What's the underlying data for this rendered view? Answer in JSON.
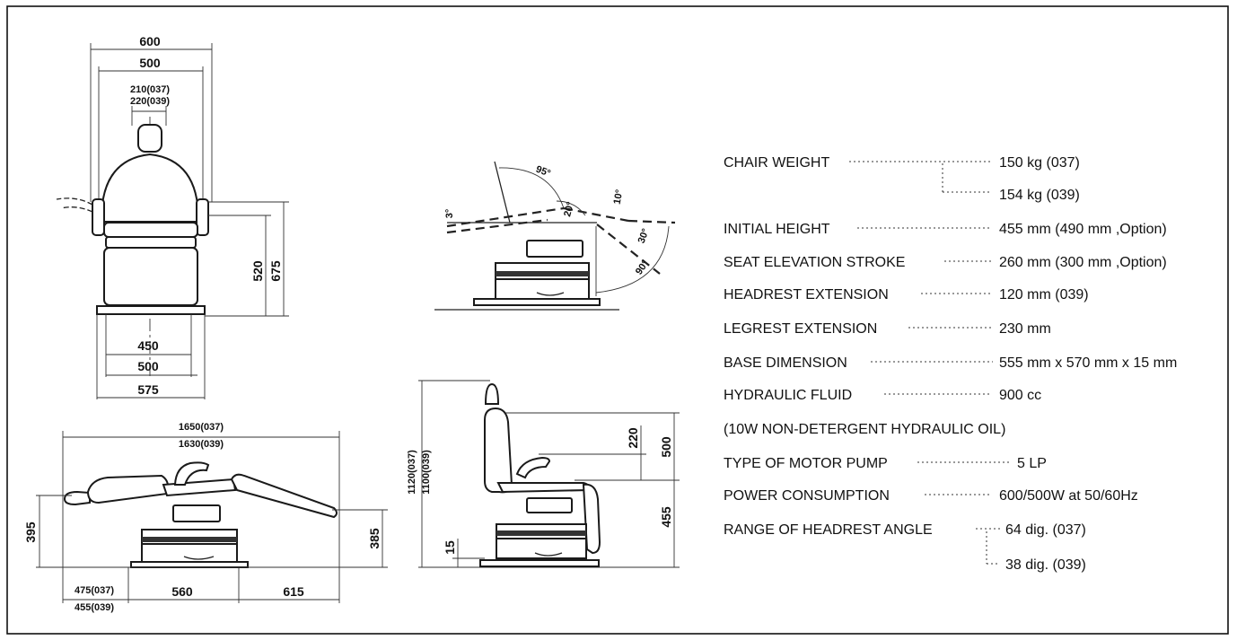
{
  "front_view": {
    "dims": {
      "w600": "600",
      "w500_top": "500",
      "head_037": "210(037)",
      "head_039": "220(039)",
      "h520": "520",
      "h675": "675",
      "b450": "450",
      "b500": "500",
      "b575": "575"
    }
  },
  "side_view": {
    "dims": {
      "l1650": "1650(037)",
      "l1630": "1630(039)",
      "h395": "395",
      "h385": "385",
      "s475": "475(037)",
      "s455": "455(039)",
      "s560": "560",
      "s615": "615"
    }
  },
  "angles_view": {
    "labels": {
      "a3": "3°",
      "a95": "95°",
      "a20": "20°",
      "a10": "10°",
      "a30": "30°",
      "a90": "90°"
    }
  },
  "upright_view": {
    "dims": {
      "h1120": "1120(037)",
      "h1100": "1100(039)",
      "h15": "15",
      "h220": "220",
      "h500": "500",
      "h455": "455"
    }
  },
  "specs": [
    {
      "label": "CHAIR WEIGHT",
      "value": "150 kg (037)"
    },
    {
      "label": "",
      "value": "154 kg (039)"
    },
    {
      "label": "INITIAL HEIGHT",
      "value": "455 mm (490 mm ,Option)"
    },
    {
      "label": "SEAT ELEVATION STROKE",
      "value": "260 mm (300 mm ,Option)"
    },
    {
      "label": "HEADREST EXTENSION",
      "value": "120 mm (039)"
    },
    {
      "label": "LEGREST EXTENSION",
      "value": "230 mm"
    },
    {
      "label": "BASE DIMENSION",
      "value": "555 mm x 570 mm x 15 mm"
    },
    {
      "label": "HYDRAULIC FLUID",
      "value": "900 cc"
    },
    {
      "label": "(10W NON-DETERGENT HYDRAULIC OIL)",
      "value": ""
    },
    {
      "label": "TYPE OF MOTOR PUMP",
      "value": "5 LP"
    },
    {
      "label": "POWER CONSUMPTION",
      "value": "600/500W at 50/60Hz"
    },
    {
      "label": "RANGE OF HEADREST ANGLE",
      "value": "64 dig. (037)"
    },
    {
      "label": "",
      "value": "38 dig. (039)"
    }
  ]
}
